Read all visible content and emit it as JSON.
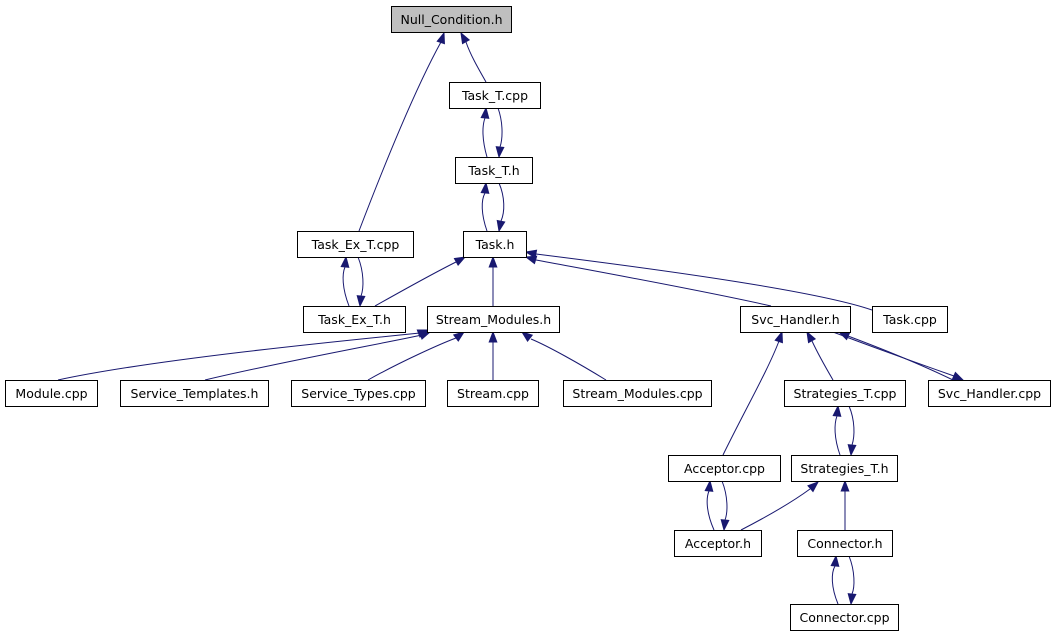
{
  "diagram": {
    "nodes": [
      {
        "id": "null_condition_h",
        "label": "Null_Condition.h",
        "highlighted": true
      },
      {
        "id": "task_t_cpp",
        "label": "Task_T.cpp"
      },
      {
        "id": "task_t_h",
        "label": "Task_T.h"
      },
      {
        "id": "task_ex_t_cpp",
        "label": "Task_Ex_T.cpp"
      },
      {
        "id": "task_h",
        "label": "Task.h"
      },
      {
        "id": "task_ex_t_h",
        "label": "Task_Ex_T.h"
      },
      {
        "id": "stream_modules_h",
        "label": "Stream_Modules.h"
      },
      {
        "id": "svc_handler_h",
        "label": "Svc_Handler.h"
      },
      {
        "id": "task_cpp",
        "label": "Task.cpp"
      },
      {
        "id": "module_cpp",
        "label": "Module.cpp"
      },
      {
        "id": "service_templates_h",
        "label": "Service_Templates.h"
      },
      {
        "id": "service_types_cpp",
        "label": "Service_Types.cpp"
      },
      {
        "id": "stream_cpp",
        "label": "Stream.cpp"
      },
      {
        "id": "stream_modules_cpp",
        "label": "Stream_Modules.cpp"
      },
      {
        "id": "strategies_t_cpp",
        "label": "Strategies_T.cpp"
      },
      {
        "id": "svc_handler_cpp",
        "label": "Svc_Handler.cpp"
      },
      {
        "id": "acceptor_cpp",
        "label": "Acceptor.cpp"
      },
      {
        "id": "strategies_t_h",
        "label": "Strategies_T.h"
      },
      {
        "id": "acceptor_h",
        "label": "Acceptor.h"
      },
      {
        "id": "connector_h",
        "label": "Connector.h"
      },
      {
        "id": "connector_cpp",
        "label": "Connector.cpp"
      }
    ],
    "edges": [
      {
        "from": "task_ex_t_cpp",
        "to": "null_condition_h"
      },
      {
        "from": "task_t_cpp",
        "to": "null_condition_h"
      },
      {
        "from": "task_t_h",
        "to": "task_t_cpp"
      },
      {
        "from": "task_t_cpp",
        "to": "task_t_h"
      },
      {
        "from": "task_h",
        "to": "task_t_h"
      },
      {
        "from": "task_t_h",
        "to": "task_h"
      },
      {
        "from": "task_ex_t_h",
        "to": "task_ex_t_cpp"
      },
      {
        "from": "task_ex_t_cpp",
        "to": "task_ex_t_h"
      },
      {
        "from": "task_ex_t_h",
        "to": "task_h"
      },
      {
        "from": "stream_modules_h",
        "to": "task_h"
      },
      {
        "from": "svc_handler_h",
        "to": "task_h"
      },
      {
        "from": "task_cpp",
        "to": "task_h"
      },
      {
        "from": "module_cpp",
        "to": "stream_modules_h"
      },
      {
        "from": "service_templates_h",
        "to": "stream_modules_h"
      },
      {
        "from": "service_types_cpp",
        "to": "stream_modules_h"
      },
      {
        "from": "stream_cpp",
        "to": "stream_modules_h"
      },
      {
        "from": "stream_modules_cpp",
        "to": "stream_modules_h"
      },
      {
        "from": "acceptor_cpp",
        "to": "svc_handler_h"
      },
      {
        "from": "strategies_t_cpp",
        "to": "svc_handler_h"
      },
      {
        "from": "svc_handler_cpp",
        "to": "svc_handler_h"
      },
      {
        "from": "svc_handler_h",
        "to": "svc_handler_cpp"
      },
      {
        "from": "strategies_t_h",
        "to": "strategies_t_cpp"
      },
      {
        "from": "strategies_t_cpp",
        "to": "strategies_t_h"
      },
      {
        "from": "acceptor_h",
        "to": "acceptor_cpp"
      },
      {
        "from": "acceptor_cpp",
        "to": "acceptor_h"
      },
      {
        "from": "acceptor_h",
        "to": "strategies_t_h"
      },
      {
        "from": "connector_h",
        "to": "strategies_t_h"
      },
      {
        "from": "connector_cpp",
        "to": "connector_h"
      },
      {
        "from": "connector_h",
        "to": "connector_cpp"
      }
    ],
    "colors": {
      "edge": "#191970",
      "node_border": "#000000",
      "node_fill": "#ffffff",
      "highlight_fill": "#bfbfbf",
      "text": "#000000"
    }
  }
}
